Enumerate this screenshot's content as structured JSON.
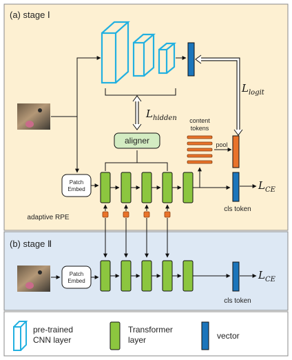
{
  "stage1": {
    "title": "(a) stage Ⅰ",
    "panel_color": "#fdf0d2"
  },
  "stage2": {
    "title": "(b) stage Ⅱ",
    "panel_color": "#dde8f4"
  },
  "labels": {
    "l_logit_main": "L",
    "l_logit_sub": "logit",
    "l_hidden_main": "L",
    "l_hidden_sub": "hidden",
    "l_ce_main": "L",
    "l_ce_sub": "CE",
    "aligner": "aligner",
    "content_tokens_line1": "content",
    "content_tokens_line2": "tokens",
    "pool": "pool",
    "cls_token": "cls token",
    "patch_embed_line1": "Patch",
    "patch_embed_line2": "Embed",
    "adaptive_rpe": "adaptive RPE"
  },
  "legend": {
    "cnn_line1": "pre-trained",
    "cnn_line2": "CNN layer",
    "transformer_line1": "Transformer",
    "transformer_line2": "layer",
    "vector": "vector"
  },
  "colors": {
    "cnn_stroke": "#22b0e0",
    "transformer_fill": "#8cc63f",
    "vector_fill": "#1b75bb",
    "orange": "#e9732a",
    "aligner_fill": "#d3ecc2"
  },
  "icons": [
    "cat-image-icon"
  ]
}
